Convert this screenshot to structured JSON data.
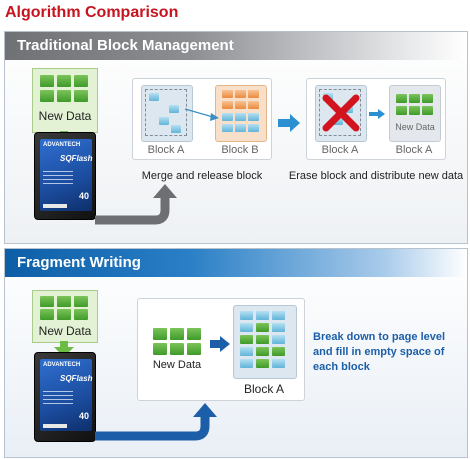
{
  "title": "Algorithm Comparison",
  "traditional": {
    "header": "Traditional Block Management",
    "new_data_label": "New Data",
    "ssd_brand": "ADVANTECH",
    "ssd_name": "SQFlash",
    "ssd_capacity": "40",
    "block_a_label": "Block A",
    "block_b_label": "Block B",
    "merge_caption": "Merge and release block",
    "erased_block_label": "Block A",
    "new_block_label": "Block A",
    "new_block_inner_label": "New Data",
    "erase_caption": "Erase block and distribute new data"
  },
  "fragment": {
    "header": "Fragment Writing",
    "new_data_label": "New Data",
    "ssd_brand": "ADVANTECH",
    "ssd_name": "SQFlash",
    "ssd_capacity": "40",
    "inner_new_data_label": "New Data",
    "block_label": "Block A",
    "description": "Break down to page level and fill in empty space of each block"
  },
  "colors": {
    "title_red": "#c8141e",
    "data_green": "#4caf33",
    "page_blue": "#7ec8e6",
    "page_orange": "#ef9a4d",
    "arrow_blue": "#1c5fa8",
    "arrow_gray": "#6d6f73",
    "erase_red": "#d1141d"
  }
}
